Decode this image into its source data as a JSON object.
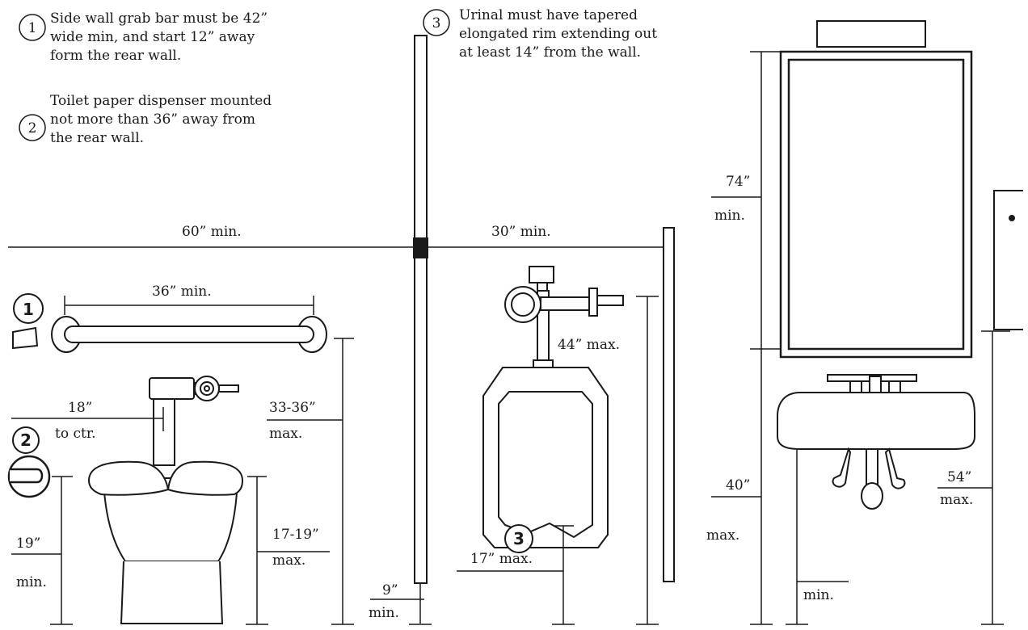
{
  "notes": [
    {
      "num": "1",
      "lines": [
        "Side wall grab bar must be 42”",
        "wide min, and start 12” away",
        "form the rear wall."
      ]
    },
    {
      "num": "2",
      "lines": [
        "Toilet paper dispenser mounted",
        "not more than 36” away from",
        "the rear wall."
      ]
    },
    {
      "num": "3",
      "lines": [
        "Urinal must have tapered",
        "elongated rim extending out",
        "at least 14” from the wall."
      ]
    }
  ],
  "dimensions": {
    "width_60": "60” min.",
    "width_30": "30” min.",
    "grab_bar_36": "36” min.",
    "dispenser_18": "18”",
    "dispenser_18_sub": "to ctr.",
    "grab_height_a": "33-36”",
    "grab_height_b": "max.",
    "dispenser_19": "19”",
    "dispenser_19_sub": "min.",
    "seat_a": "17-19”",
    "seat_b": "max.",
    "partition_9": "9”",
    "partition_9_sub": "min.",
    "urinal_17": "17” max.",
    "flush_44": "44” max.",
    "mirror_74": "74”",
    "mirror_74_sub": "min.",
    "sink_40": "40”",
    "sink_40_sub": "max.",
    "knee_min": "min.",
    "towel_54": "54”",
    "towel_54_sub": "max."
  },
  "markers": {
    "one": "1",
    "two": "2",
    "three": "3"
  },
  "colors": {
    "line": "#1a1a1a",
    "fixture_fill": "#ffffff"
  }
}
